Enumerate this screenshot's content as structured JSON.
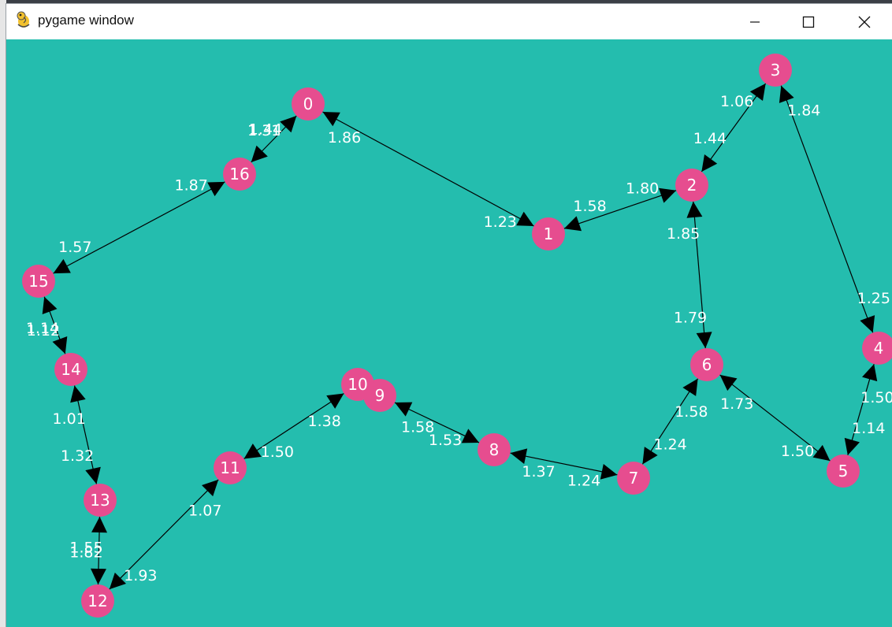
{
  "window": {
    "title": "pygame window",
    "controls": {
      "minimize": "minimize",
      "maximize": "maximize",
      "close": "close"
    }
  },
  "colors": {
    "background": "#24bdae",
    "node": "#e64d8f",
    "edge": "#000000",
    "label": "#ffffff",
    "node_text": "#ffffff"
  },
  "graph": {
    "nodes": [
      "0",
      "1",
      "2",
      "3",
      "4",
      "5",
      "6",
      "7",
      "8",
      "9",
      "10",
      "11",
      "12",
      "13",
      "14",
      "15",
      "16"
    ],
    "edges": [
      {
        "from": "0",
        "to": "1",
        "labels": [
          "1.86",
          "1.23"
        ]
      },
      {
        "from": "0",
        "to": "16",
        "labels": [
          "1.44",
          "1.31"
        ]
      },
      {
        "from": "16",
        "to": "15",
        "labels": [
          "1.87",
          "1.57"
        ]
      },
      {
        "from": "15",
        "to": "14",
        "labels": [
          "1.12",
          "1.14"
        ]
      },
      {
        "from": "14",
        "to": "13",
        "labels": [
          "1.01",
          "1.32"
        ]
      },
      {
        "from": "13",
        "to": "12",
        "labels": [
          "1.55",
          "1.82"
        ]
      },
      {
        "from": "12",
        "to": "11",
        "labels": [
          "1.93",
          "1.07"
        ]
      },
      {
        "from": "11",
        "to": "10",
        "labels": [
          "1.50",
          "1.38"
        ]
      },
      {
        "from": "9",
        "to": "8",
        "labels": [
          "1.58",
          "1.53"
        ]
      },
      {
        "from": "8",
        "to": "7",
        "labels": [
          "1.37",
          "1.24"
        ]
      },
      {
        "from": "7",
        "to": "6",
        "labels": [
          "1.24",
          "1.58"
        ]
      },
      {
        "from": "6",
        "to": "5",
        "labels": [
          "1.73",
          "1.50"
        ]
      },
      {
        "from": "5",
        "to": "4",
        "labels": [
          "1.14",
          "1.50"
        ]
      },
      {
        "from": "4",
        "to": "3",
        "labels": [
          "1.25",
          "1.84"
        ]
      },
      {
        "from": "3",
        "to": "2",
        "labels": [
          "1.06",
          "1.44"
        ]
      },
      {
        "from": "2",
        "to": "6",
        "labels": [
          "1.85",
          "1.79"
        ]
      },
      {
        "from": "2",
        "to": "1",
        "labels": [
          "1.80",
          "1.58"
        ]
      }
    ]
  }
}
